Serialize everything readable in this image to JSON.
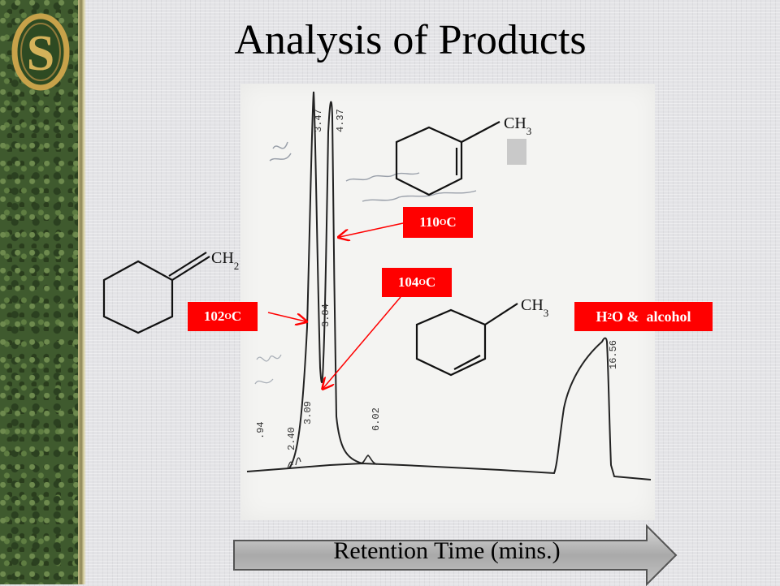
{
  "slide": {
    "title": "Analysis of Products",
    "logo_letter": "S",
    "footer_arrow_label": "Retention Time (mins.)"
  },
  "chromatogram": {
    "peak_labels": [
      "3.47",
      "4.37",
      "3.84",
      "3.09",
      "2.40",
      ".94",
      "6.02",
      "16.56"
    ]
  },
  "molecules": {
    "methylenecyclohexane": {
      "group": "CH",
      "subscript": "2"
    },
    "methylcyclohexene_1": {
      "group": "CH",
      "subscript": "3"
    },
    "methylcyclohexene_3": {
      "group": "CH",
      "subscript": "3"
    }
  },
  "callouts": {
    "bp_110": {
      "value": "110",
      "sup": "O",
      "unit": "C"
    },
    "bp_104": {
      "value": "104",
      "sup": "O",
      "unit": "C"
    },
    "bp_102": {
      "value": "102 ",
      "sup": "O",
      "unit": "C"
    },
    "water_alcohol": {
      "prefix": "H",
      "sub": "2",
      "suffix": "O &  alcohol"
    }
  },
  "colors": {
    "callout_red": "#ff0000",
    "arrow_gray": "#b0b0b0",
    "band_green": "#3f5a2e",
    "logo_gold": "#c8a24a"
  }
}
